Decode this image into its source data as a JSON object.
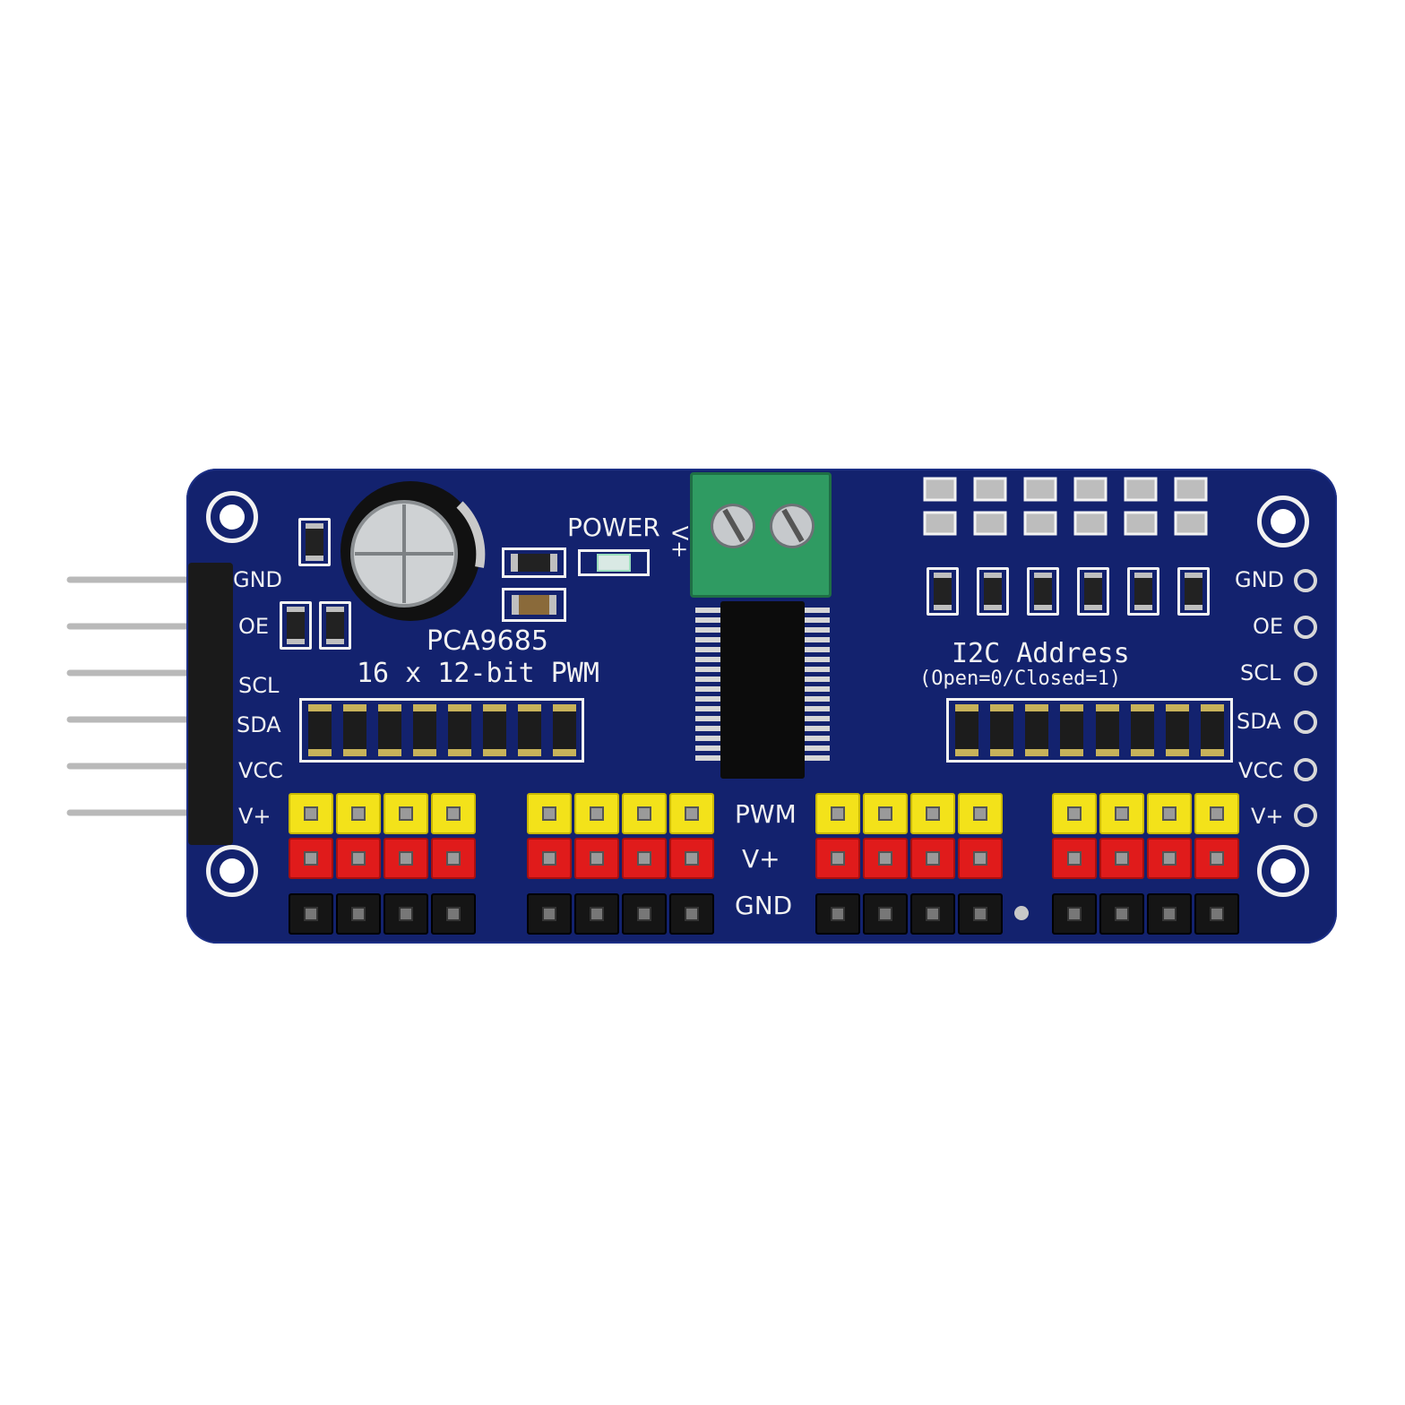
{
  "board": {
    "chip_label": "PCA9685",
    "pwm_label": "16 x 12-bit PWM",
    "power_label": "POWER",
    "vplus_terminal_label": "V+",
    "i2c_title": "I2C Address",
    "i2c_subtitle": "(Open=0/Closed=1)",
    "left_header_labels": [
      "GND",
      "OE",
      "SCL",
      "SDA",
      "VCC",
      "V+"
    ],
    "right_header_labels": [
      "GND",
      "OE",
      "SCL",
      "SDA",
      "VCC",
      "V+"
    ],
    "servo_row_labels": [
      "PWM",
      "V+",
      "GND"
    ]
  },
  "colors": {
    "pcb": "#13226e",
    "silkscreen": "#f2f2f2",
    "signal_pin": "#f3e21a",
    "power_pin": "#e01b1b",
    "ground_pin": "#151515",
    "terminal_block": "#2f9b62"
  }
}
